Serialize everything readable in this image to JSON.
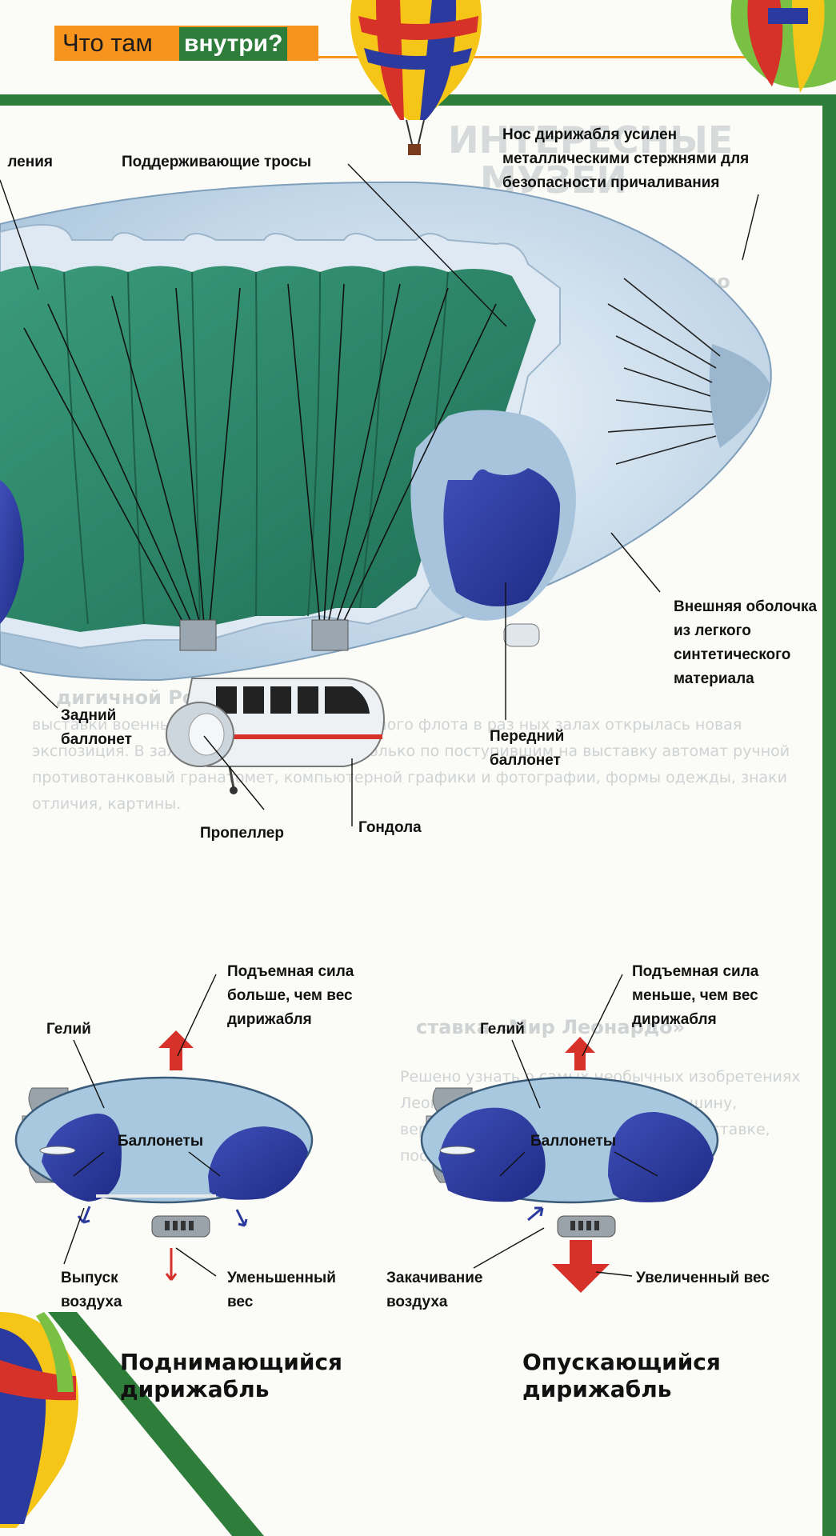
{
  "header": {
    "section_left": "Что там",
    "section_right": "внутри?"
  },
  "colors": {
    "frame_green": "#2f7d3b",
    "header_orange": "#f7941d",
    "envelope_blue": "#c7dcea",
    "gas_green": "#2f8a6c",
    "ballonet_blue": "#2a3a9e",
    "arrow_red": "#d6322a"
  },
  "main_diagram": {
    "labels": {
      "steering_partial": "ления",
      "support_cables": "Поддерживающие тросы",
      "nose_reinforced": "Нос дирижабля усилен металлическими стержнями для безопасности причаливания",
      "outer_envelope": "Внешняя оболочка из легкого синтетического материала",
      "rear_ballonet": "Задний баллонет",
      "front_ballonet": "Передний баллонет",
      "gondola": "Гондола",
      "propeller": "Пропеллер"
    }
  },
  "ascending": {
    "lift_label": "Подъемная сила больше, чем вес дирижабля",
    "helium": "Гелий",
    "ballonets": "Баллонеты",
    "air_action": "Выпуск воздуха",
    "weight_label": "Уменьшенный вес",
    "title_line1": "Поднимающийся",
    "title_line2": "дирижабль"
  },
  "descending": {
    "lift_label": "Подъемная сила меньше, чем вес дирижабля",
    "helium": "Гелий",
    "ballonets": "Баллонеты",
    "air_action": "Закачивание воздуха",
    "weight_label": "Увеличенный вес",
    "title_line1": "Опускающийся",
    "title_line2": "дирижабль"
  }
}
